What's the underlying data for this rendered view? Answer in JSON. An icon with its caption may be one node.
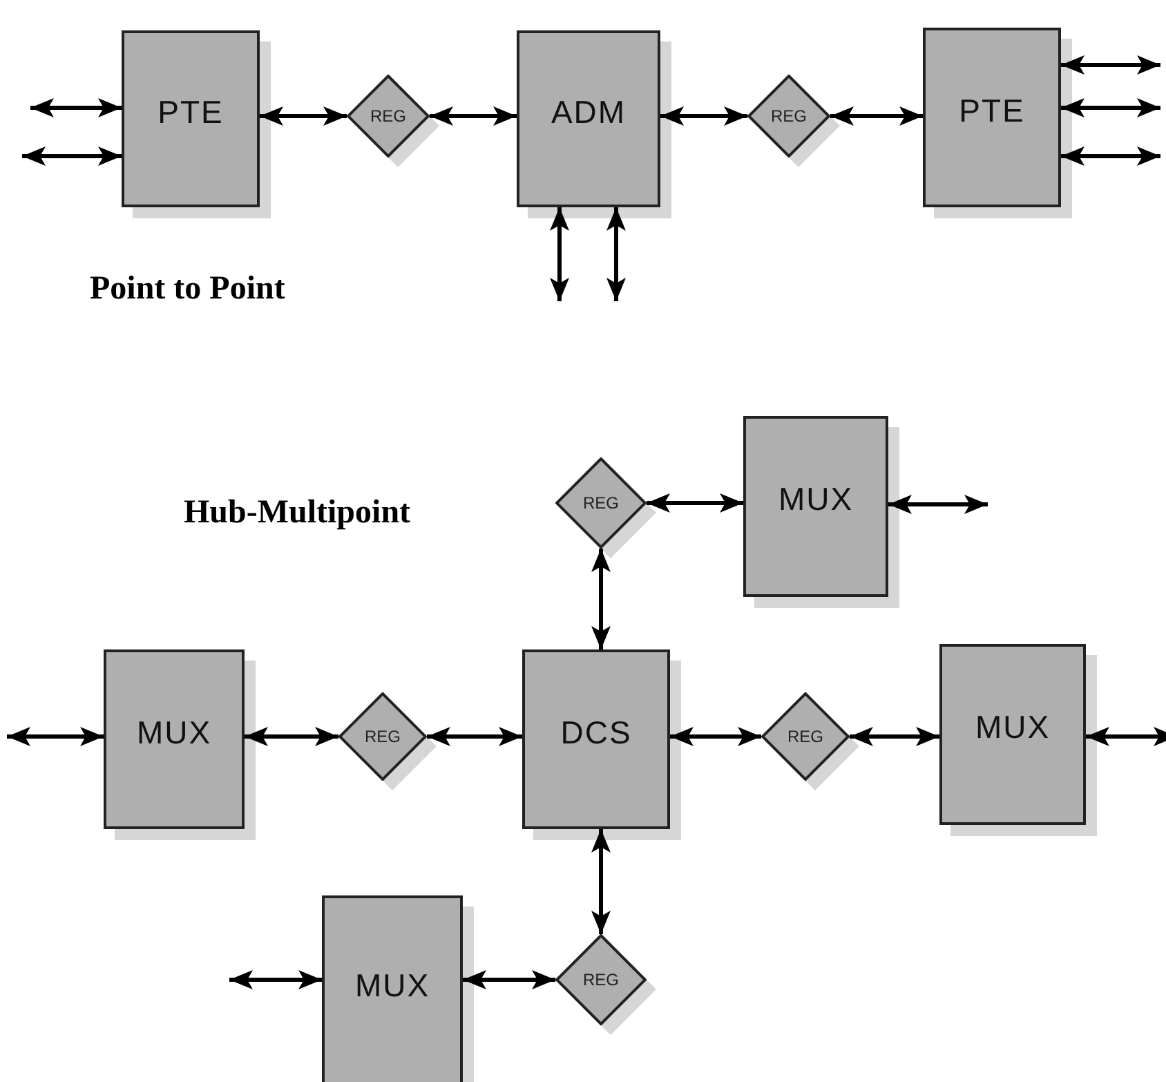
{
  "diagram": {
    "nodes": [
      {
        "text": [
          "PTE"
        ]
      },
      {
        "text": [
          "REG"
        ]
      },
      {
        "text": [
          "ADM"
        ]
      },
      {
        "text": [
          "REG"
        ]
      },
      {
        "text": [
          "PTE"
        ]
      },
      {
        "text": [
          "REG"
        ]
      },
      {
        "text": [
          "MUX"
        ]
      },
      {
        "text": [
          "MUX"
        ]
      },
      {
        "text": [
          "REG"
        ]
      },
      {
        "text": [
          "DCS"
        ]
      },
      {
        "text": [
          "REG"
        ]
      },
      {
        "text": [
          "MUX"
        ]
      },
      {
        "text": [
          "REG"
        ]
      },
      {
        "text": [
          "MUX"
        ]
      }
    ],
    "edges": [
      {
        "from": null,
        "to": 0,
        "arrow": "both"
      },
      {
        "from": null,
        "to": 0,
        "arrow": "both"
      },
      {
        "from": 0,
        "to": 1,
        "arrow": "both"
      },
      {
        "from": 1,
        "to": 2,
        "arrow": "both"
      },
      {
        "from": 2,
        "to": 3,
        "arrow": "both"
      },
      {
        "from": 3,
        "to": 4,
        "arrow": "both"
      },
      {
        "from": 4,
        "to": null,
        "arrow": "both"
      },
      {
        "from": 4,
        "to": null,
        "arrow": "both"
      },
      {
        "from": 4,
        "to": null,
        "arrow": "both"
      },
      {
        "from": 2,
        "to": null,
        "arrow": "both"
      },
      {
        "from": 2,
        "to": null,
        "arrow": "both"
      },
      {
        "from": 5,
        "to": 6,
        "arrow": "both"
      },
      {
        "from": 6,
        "to": null,
        "arrow": "both"
      },
      {
        "from": 5,
        "to": 9,
        "arrow": "both"
      },
      {
        "from": null,
        "to": 7,
        "arrow": "both"
      },
      {
        "from": 7,
        "to": 8,
        "arrow": "both"
      },
      {
        "from": 8,
        "to": 9,
        "arrow": "both"
      },
      {
        "from": 9,
        "to": 10,
        "arrow": "both"
      },
      {
        "from": 10,
        "to": 11,
        "arrow": "both"
      },
      {
        "from": 11,
        "to": null,
        "arrow": "both"
      },
      {
        "from": 9,
        "to": 12,
        "arrow": "both"
      },
      {
        "from": 13,
        "to": 12,
        "arrow": "both"
      },
      {
        "from": null,
        "to": 13,
        "arrow": "both"
      }
    ],
    "labels": [
      "Point to Point",
      "Hub-Multipoint"
    ]
  }
}
